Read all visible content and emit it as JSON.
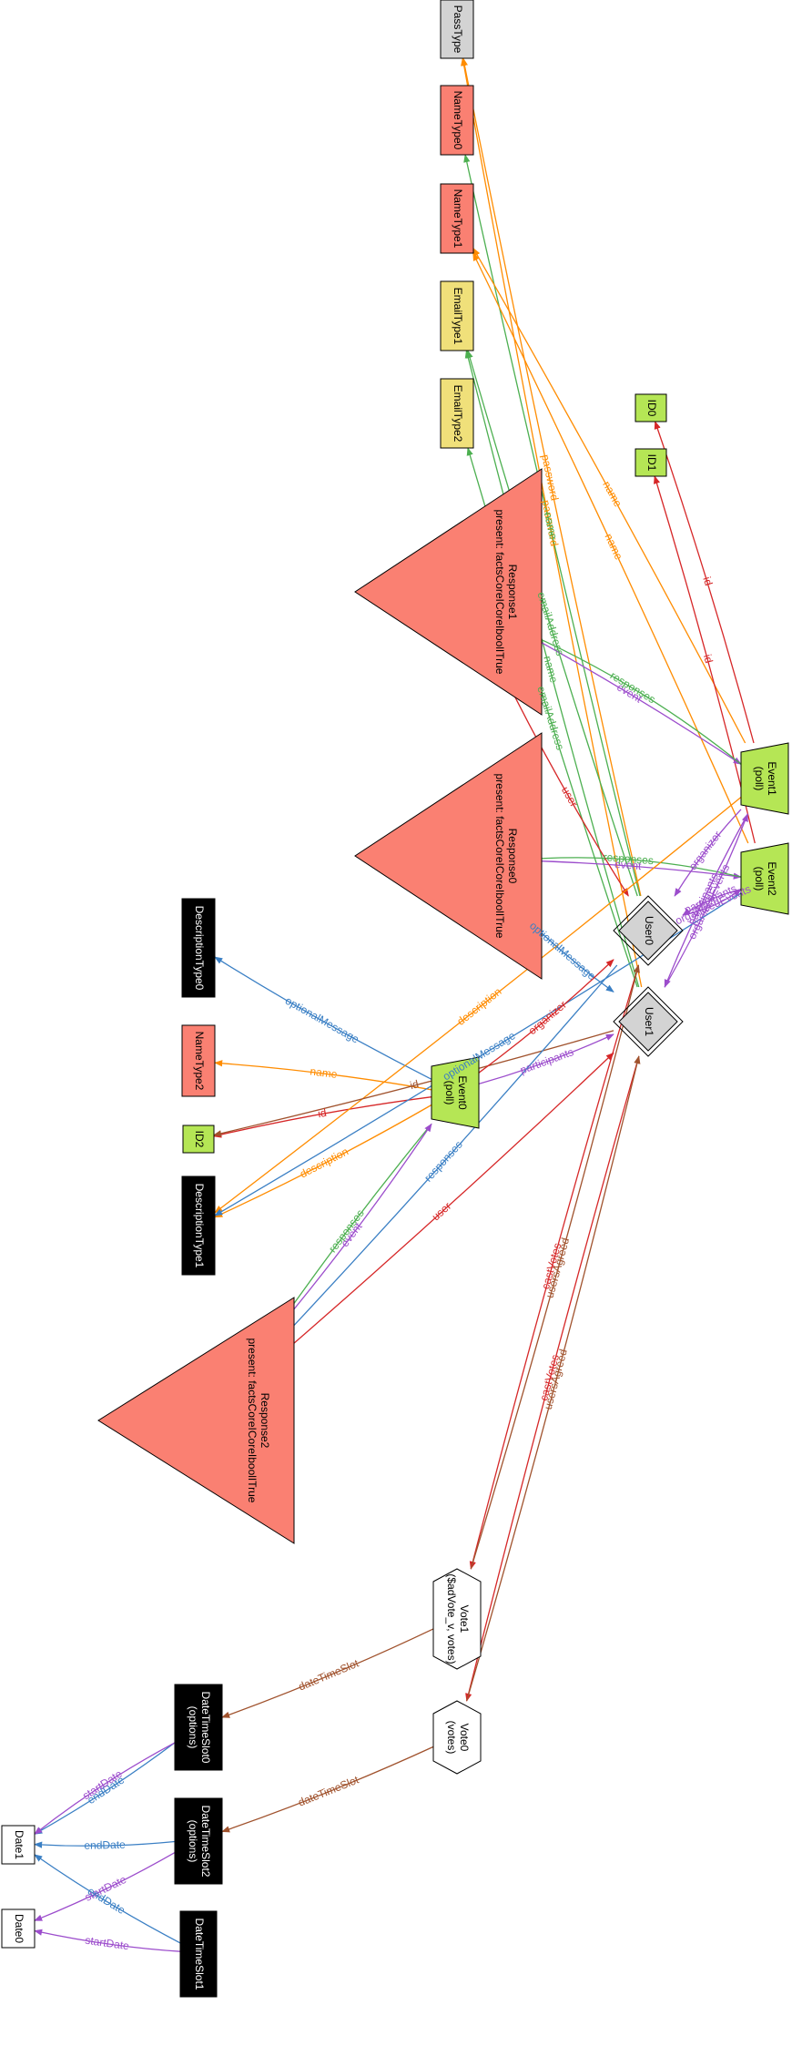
{
  "colors": {
    "red": "#d62728",
    "orange": "#ff8c00",
    "green": "#4caf50",
    "purple": "#9c4dcc",
    "blue": "#3a7fc4",
    "brown": "#a0522d",
    "salmon": "#fa8072",
    "lime": "#b5e655",
    "khaki": "#f0e07a",
    "gray": "#d3d3d3",
    "black": "#000000",
    "white": "#ffffff"
  },
  "nodes": [
    {
      "id": "PassType",
      "lines": [
        "PassType"
      ]
    },
    {
      "id": "NameType0",
      "lines": [
        "NameType0"
      ]
    },
    {
      "id": "NameType1",
      "lines": [
        "NameType1"
      ]
    },
    {
      "id": "EmailType1",
      "lines": [
        "EmailType1"
      ]
    },
    {
      "id": "EmailType2",
      "lines": [
        "EmailType2"
      ]
    },
    {
      "id": "ID0",
      "lines": [
        "ID0"
      ]
    },
    {
      "id": "ID1",
      "lines": [
        "ID1"
      ]
    },
    {
      "id": "Response1",
      "lines": [
        "Response1",
        "present: factsCoreICoreIboolITrue"
      ]
    },
    {
      "id": "Response0",
      "lines": [
        "Response0",
        "present: factsCoreICoreIboolITrue"
      ]
    },
    {
      "id": "Event1",
      "lines": [
        "Event1",
        "(poll)"
      ]
    },
    {
      "id": "Event2",
      "lines": [
        "Event2",
        "(poll)"
      ]
    },
    {
      "id": "User0",
      "lines": [
        "User0"
      ]
    },
    {
      "id": "User1",
      "lines": [
        "User1"
      ]
    },
    {
      "id": "DescriptionType0",
      "lines": [
        "DescriptionType0"
      ]
    },
    {
      "id": "NameType2",
      "lines": [
        "NameType2"
      ]
    },
    {
      "id": "ID2",
      "lines": [
        "ID2"
      ]
    },
    {
      "id": "DescriptionType1",
      "lines": [
        "DescriptionType1"
      ]
    },
    {
      "id": "Event0",
      "lines": [
        "Event0",
        "(poll)"
      ]
    },
    {
      "id": "Response2",
      "lines": [
        "Response2",
        "present: factsCoreICoreIboolITrue"
      ]
    },
    {
      "id": "Vote1",
      "lines": [
        "Vote1",
        "($adVote_v, votes)"
      ]
    },
    {
      "id": "Vote0",
      "lines": [
        "Vote0",
        "(votes)"
      ]
    },
    {
      "id": "DateTimeSlot0",
      "lines": [
        "DateTimeSlot0",
        "(options)"
      ]
    },
    {
      "id": "DateTimeSlot2",
      "lines": [
        "DateTimeSlot2",
        "(options)"
      ]
    },
    {
      "id": "DateTimeSlot1",
      "lines": [
        "DateTimeSlot1"
      ]
    },
    {
      "id": "Date1",
      "lines": [
        "Date1"
      ]
    },
    {
      "id": "Date0",
      "lines": [
        "Date0"
      ]
    }
  ],
  "edges": [
    {
      "from": "User0",
      "to": "PassType",
      "label": "password",
      "color": "orange"
    },
    {
      "from": "User1",
      "to": "PassType",
      "label": "password",
      "color": "orange"
    },
    {
      "from": "User0",
      "to": "NameType0",
      "label": "name",
      "color": "green"
    },
    {
      "from": "Event1",
      "to": "NameType1",
      "label": "name",
      "color": "orange"
    },
    {
      "from": "Event2",
      "to": "NameType1",
      "label": "name",
      "color": "orange"
    },
    {
      "from": "User1",
      "to": "EmailType1",
      "label": "name",
      "color": "green"
    },
    {
      "from": "User1",
      "to": "EmailType2",
      "label": "emailAddress",
      "color": "green"
    },
    {
      "from": "User0",
      "to": "EmailType1",
      "label": "emailAddress",
      "color": "green"
    },
    {
      "from": "Event1",
      "to": "ID0",
      "label": "id",
      "color": "red"
    },
    {
      "from": "Event2",
      "to": "ID1",
      "label": "id",
      "color": "red"
    },
    {
      "from": "Response1",
      "to": "Event1",
      "label": "event",
      "color": "purple"
    },
    {
      "from": "Event1",
      "to": "Response1",
      "label": "responses",
      "color": "green"
    },
    {
      "from": "Response0",
      "to": "Event2",
      "label": "event",
      "color": "purple"
    },
    {
      "from": "Event2",
      "to": "Response0",
      "label": "responses",
      "color": "green"
    },
    {
      "from": "Response1",
      "to": "User0",
      "label": "user",
      "color": "red"
    },
    {
      "from": "Response0",
      "to": "User1",
      "label": "optionalMessage",
      "color": "blue"
    },
    {
      "from": "Event1",
      "to": "User0",
      "label": "organizer",
      "color": "purple"
    },
    {
      "from": "Event2",
      "to": "User0",
      "label": "participants",
      "color": "purple"
    },
    {
      "from": "User0",
      "to": "Event2",
      "label": "organizedEvents",
      "color": "purple"
    },
    {
      "from": "Event1",
      "to": "User1",
      "label": "participants",
      "color": "purple"
    },
    {
      "from": "User1",
      "to": "Event1",
      "label": "organizedEvents",
      "color": "purple"
    },
    {
      "from": "Event0",
      "to": "DescriptionType0",
      "label": "optionalMessage",
      "color": "blue"
    },
    {
      "from": "Event0",
      "to": "NameType2",
      "label": "name",
      "color": "orange"
    },
    {
      "from": "Event0",
      "to": "ID2",
      "label": "id",
      "color": "red"
    },
    {
      "from": "Event0",
      "to": "DescriptionType1",
      "label": "description",
      "color": "orange"
    },
    {
      "from": "Event1",
      "to": "DescriptionType1",
      "label": "description",
      "color": "orange"
    },
    {
      "from": "Event2",
      "to": "DescriptionType1",
      "label": "optionalMessage",
      "color": "blue"
    },
    {
      "from": "User1",
      "to": "ID2",
      "label": "id",
      "color": "brown"
    },
    {
      "from": "Event0",
      "to": "User1",
      "label": "participants",
      "color": "purple"
    },
    {
      "from": "Event0",
      "to": "User0",
      "label": "organizer",
      "color": "red"
    },
    {
      "from": "Event0",
      "to": "Response2",
      "label": "responses",
      "color": "green"
    },
    {
      "from": "Response2",
      "to": "Event0",
      "label": "event",
      "color": "purple"
    },
    {
      "from": "Response2",
      "to": "User1",
      "label": "user",
      "color": "red"
    },
    {
      "from": "User0",
      "to": "Response2",
      "label": "responses",
      "color": "blue"
    },
    {
      "from": "User0",
      "to": "Vote1",
      "label": "castVotes",
      "color": "red"
    },
    {
      "from": "Vote1",
      "to": "User0",
      "label": "usersAgreed",
      "color": "brown"
    },
    {
      "from": "User1",
      "to": "Vote0",
      "label": "castVotes",
      "color": "red"
    },
    {
      "from": "Vote0",
      "to": "User1",
      "label": "usersAgreed",
      "color": "brown"
    },
    {
      "from": "Vote1",
      "to": "DateTimeSlot0",
      "label": "dateTimeSlot",
      "color": "brown"
    },
    {
      "from": "Vote0",
      "to": "DateTimeSlot2",
      "label": "dateTimeSlot",
      "color": "brown"
    },
    {
      "from": "DateTimeSlot0",
      "to": "Date1",
      "label": "endDate",
      "color": "blue"
    },
    {
      "from": "DateTimeSlot0",
      "to": "Date1",
      "label": "startDate",
      "color": "purple"
    },
    {
      "from": "DateTimeSlot2",
      "to": "Date1",
      "label": "endDate",
      "color": "blue"
    },
    {
      "from": "DateTimeSlot2",
      "to": "Date0",
      "label": "startDate",
      "color": "purple"
    },
    {
      "from": "DateTimeSlot1",
      "to": "Date1",
      "label": "endDate",
      "color": "blue"
    },
    {
      "from": "DateTimeSlot1",
      "to": "Date0",
      "label": "startDate",
      "color": "purple"
    }
  ]
}
